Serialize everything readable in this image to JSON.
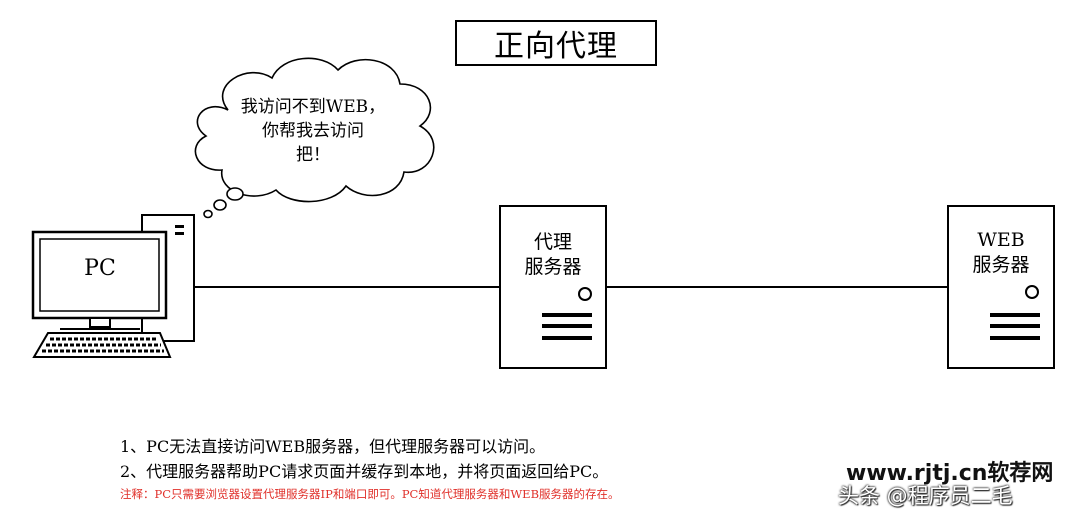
{
  "title": "正向代理",
  "cloud": {
    "line1": "我访问不到WEB，",
    "line2": "你帮我去访问",
    "line3": "把！"
  },
  "pc": {
    "label": "PC"
  },
  "proxy": {
    "line1": "代理",
    "line2": "服务器"
  },
  "web": {
    "line1": "WEB",
    "line2": "服务器"
  },
  "notes": [
    "1、PC无法直接访问WEB服务器，但代理服务器可以访问。",
    "2、代理服务器帮助PC请求页面并缓存到本地，并将页面返回给PC。"
  ],
  "remark": "注释：PC只需要浏览器设置代理服务器IP和端口即可。PC知道代理服务器和WEB服务器的存在。",
  "watermark": {
    "site": "www.rjtj.cn软荐网",
    "author": "头条 @程序员二毛"
  },
  "colors": {
    "remark": "#e0302a",
    "line": "#000000"
  }
}
